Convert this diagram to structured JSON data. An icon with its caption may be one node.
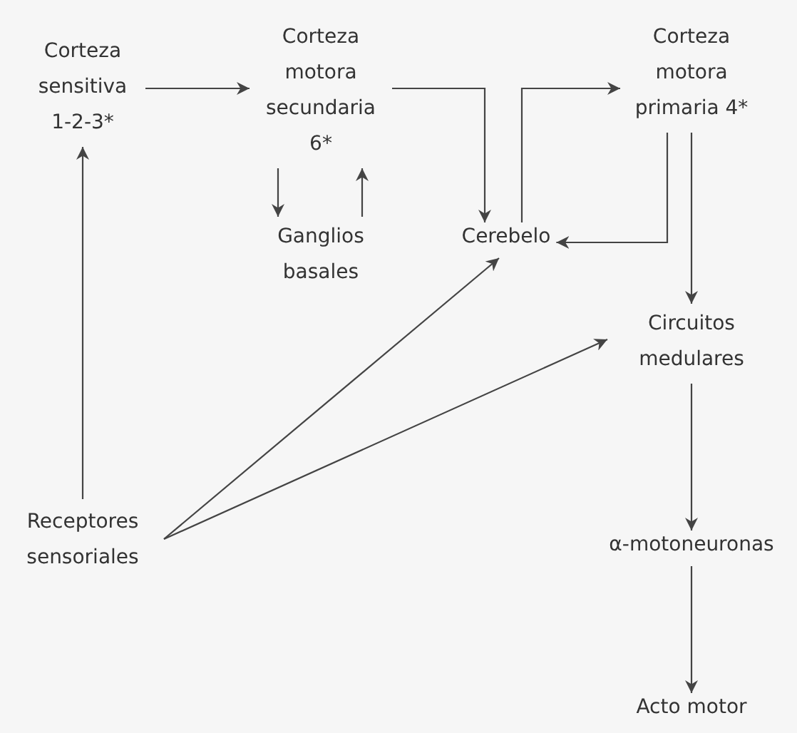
{
  "diagram": {
    "nodes": [
      {
        "text": [
          "Corteza sensitiva 1-2-3*"
        ]
      },
      {
        "text": [
          "Corteza motora secundaria 6*"
        ]
      },
      {
        "text": [
          "Corteza motora primaria 4*"
        ]
      },
      {
        "text": [
          "Ganglios basales"
        ]
      },
      {
        "text": [
          "Cerebelo"
        ]
      },
      {
        "text": [
          "Circuitos medulares"
        ]
      },
      {
        "text": [
          "Receptores sensoriales"
        ]
      },
      {
        "text": [
          "α-motoneuronas"
        ]
      },
      {
        "text": [
          "Acto motor"
        ]
      }
    ],
    "edges": [
      {
        "from": 0,
        "to": 1,
        "arrow": "to"
      },
      {
        "from": 1,
        "to": 4,
        "arrow": "to"
      },
      {
        "from": 4,
        "to": 2,
        "arrow": "to"
      },
      {
        "from": 2,
        "to": 4,
        "arrow": "to"
      },
      {
        "from": 2,
        "to": 5,
        "arrow": "to"
      },
      {
        "from": 1,
        "to": 3,
        "arrow": "to"
      },
      {
        "from": 3,
        "to": 1,
        "arrow": "to"
      },
      {
        "from": 6,
        "to": 0,
        "arrow": "to"
      },
      {
        "from": 6,
        "to": 4,
        "arrow": "to"
      },
      {
        "from": 6,
        "to": 5,
        "arrow": "to"
      },
      {
        "from": 5,
        "to": 7,
        "arrow": "to"
      },
      {
        "from": 7,
        "to": 8,
        "arrow": "to"
      }
    ]
  }
}
